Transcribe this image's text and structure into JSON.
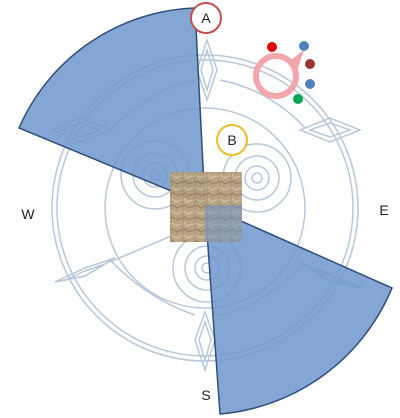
{
  "compass": {
    "north_marker": "A",
    "south_label": "S",
    "east_label": "E",
    "west_label": "W"
  },
  "markers": {
    "b_label": "B"
  },
  "colors": {
    "sector_fill": "#6f97cc",
    "sector_stroke": "#2f4f7a",
    "ornament_stroke": "#b8c8da",
    "marker_a_ring": "#c0504d",
    "marker_b_ring": "#e6c02a",
    "pink_ring": "#f4a6ad",
    "dot_red": "#e00000",
    "dot_blue": "#4f81bd",
    "dot_darkred": "#943634",
    "dot_green": "#00a550",
    "texture": "#b59f7c"
  },
  "icons": {
    "center_tile": "stone-texture-tile-icon",
    "pink_ring": "pink-ring-icon"
  }
}
